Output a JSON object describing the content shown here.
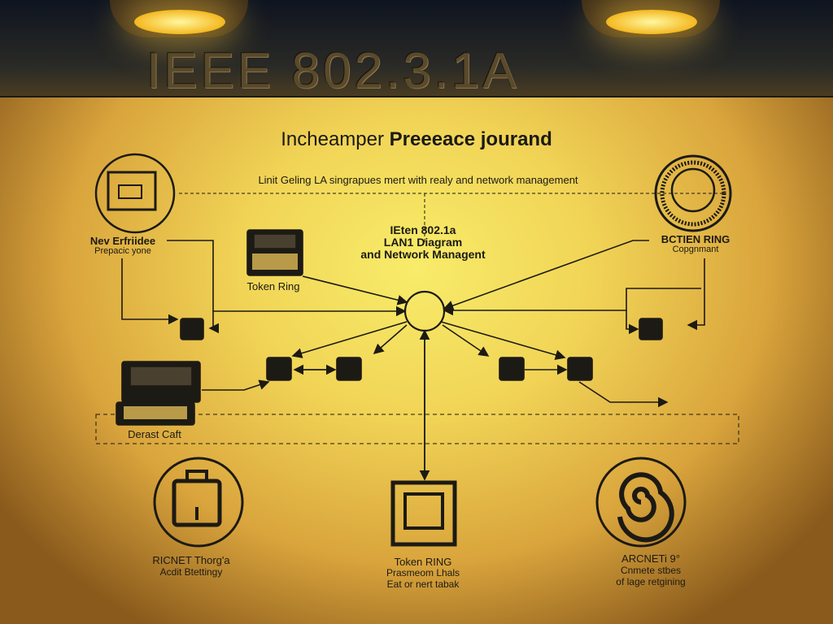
{
  "banner": {
    "title": "IEEE 802.3.1A"
  },
  "header": {
    "title_light": "Incheamper",
    "title_bold": "Preeeace jourand",
    "subtitle": "Linit Geling LA singrapues mert with realy and network management"
  },
  "center": {
    "line1": "IEten 802.1a",
    "line2": "LAN1 Diagram",
    "line3": "and Network Managent"
  },
  "nodes": {
    "top_left": {
      "title": "Nev Erfriidee",
      "sub": "Prepacic yone"
    },
    "token_ring_top": {
      "title": "Token Ring"
    },
    "top_right": {
      "title": "BCTIEN RING",
      "sub": "Copgnmant"
    },
    "left_laptop": {
      "title": "Derast Caft"
    },
    "bottom_left": {
      "title": "RICNET Thorg'a",
      "sub": "Acdit Btettingy"
    },
    "bottom_center": {
      "title": "Token RING",
      "sub": "Prasmeom Lhals",
      "sub2": "Eat or nert tabak"
    },
    "bottom_right": {
      "title": "ARCNETi 9°",
      "sub": "Cnmete stbes",
      "sub2": "of lage retgining"
    }
  },
  "colors": {
    "ink": "#1c1a14",
    "wall": "#f1d456"
  }
}
